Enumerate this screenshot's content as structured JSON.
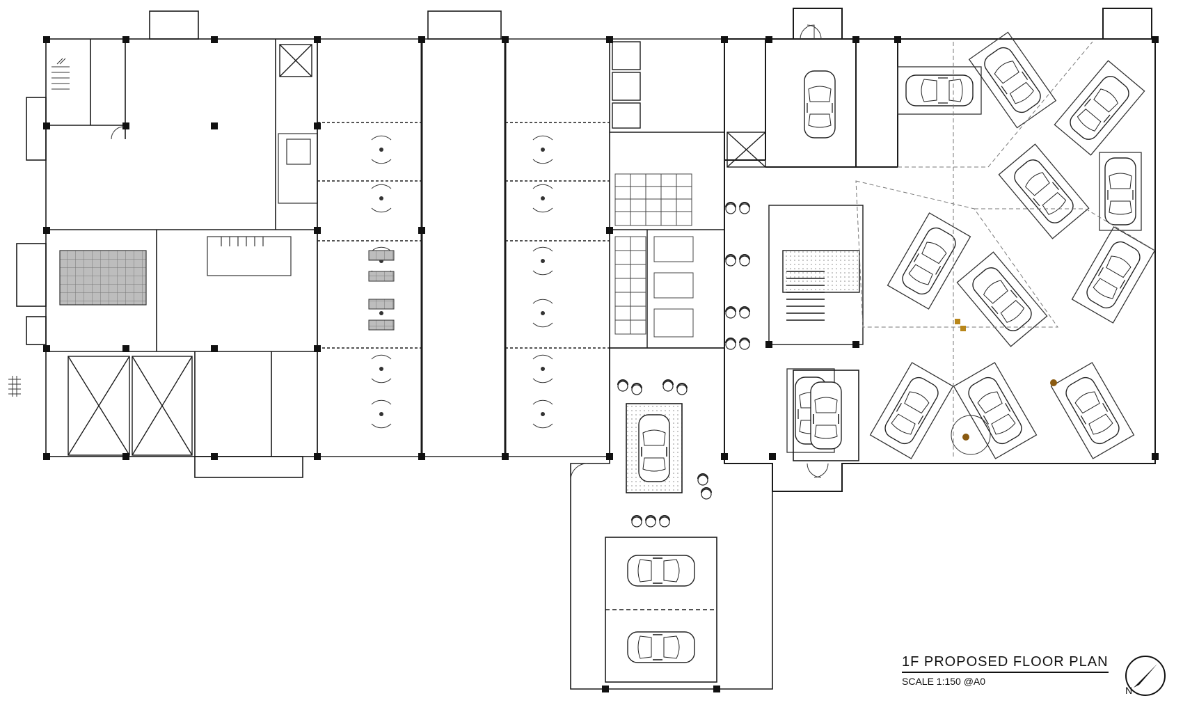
{
  "drawing": {
    "title": "1F PROPOSED FLOOR PLAN",
    "scale": "SCALE 1:150 @A0",
    "north_label": "N"
  },
  "colors": {
    "line": "#1a1a1a",
    "hatch": "#9a9a9a",
    "accent_gold": "#b8861a",
    "accent_brown": "#8a5a10",
    "dashed": "#777777"
  },
  "icons": [
    "car-icon",
    "column-icon",
    "door-icon",
    "north-arrow-icon",
    "stair-icon",
    "chair-icon"
  ]
}
